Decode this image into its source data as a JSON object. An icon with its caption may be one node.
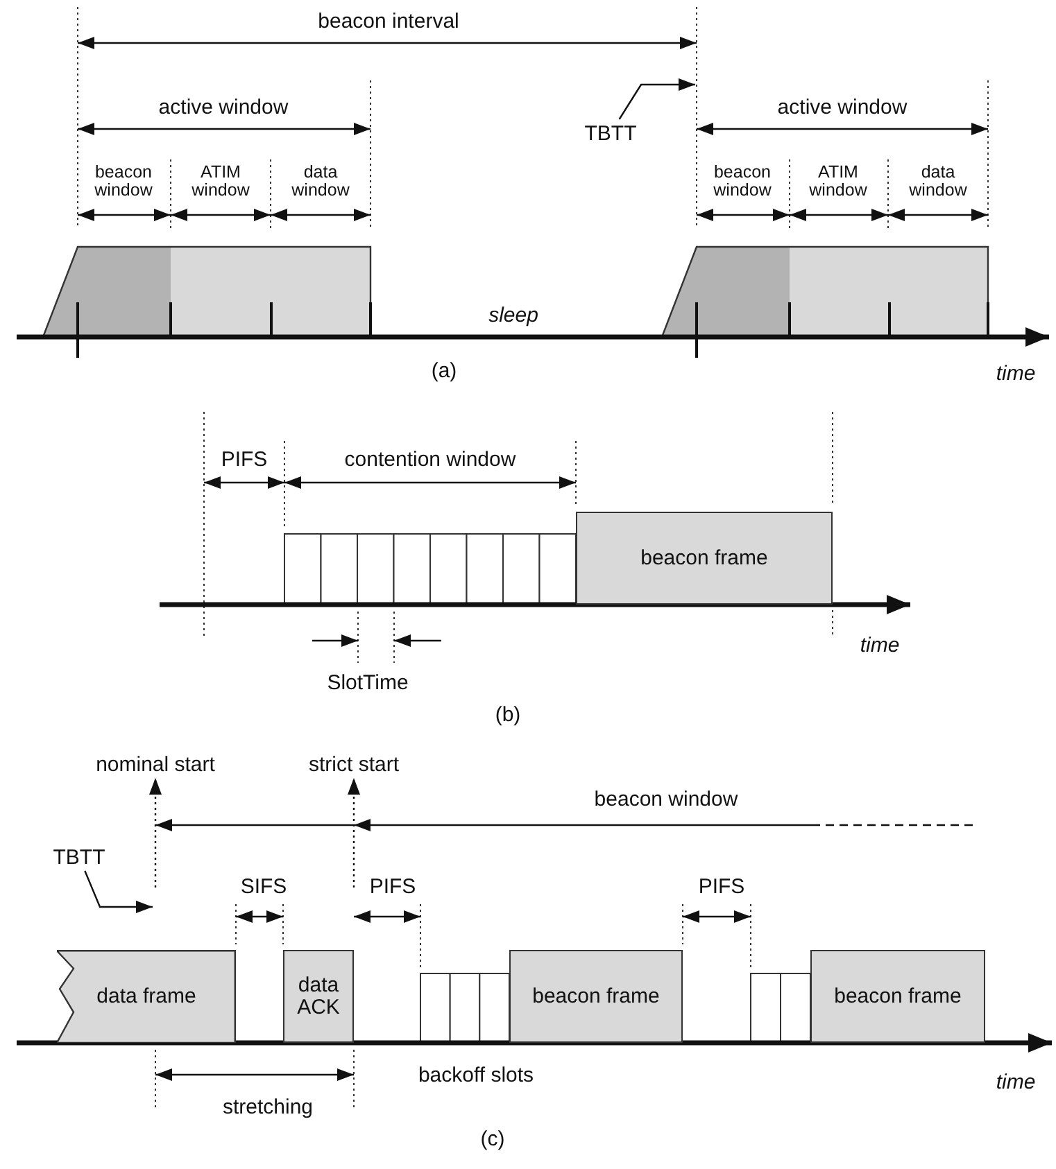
{
  "diagram": {
    "nodes": [
      {
        "text": [
          "TBTT"
        ]
      },
      {
        "text": [
          "beacon frame"
        ]
      },
      {
        "text": [
          "nominal start"
        ]
      },
      {
        "text": [
          "strict start"
        ]
      },
      {
        "text": [
          "TBTT"
        ]
      },
      {
        "text": [
          "data frame"
        ]
      },
      {
        "text": [
          "data ACK"
        ]
      },
      {
        "text": [
          "beacon frame"
        ]
      },
      {
        "text": [
          "beacon frame"
        ]
      }
    ],
    "edges": [
      {
        "from": 0,
        "to": null,
        "arrow": "to"
      },
      {
        "from": null,
        "to": 2,
        "arrow": "to",
        "style": "dashed"
      },
      {
        "from": null,
        "to": 3,
        "arrow": "to",
        "style": "dashed"
      },
      {
        "from": 4,
        "to": null,
        "arrow": "to"
      }
    ],
    "labels": [
      "beacon interval",
      "active window",
      "active window",
      "beacon window",
      "ATIM window",
      "data window",
      "beacon window",
      "ATIM window",
      "data window",
      "sleep",
      "(a)",
      "time",
      "PIFS",
      "contention window",
      "time",
      "SlotTime",
      "(b)",
      "beacon window",
      "SIFS",
      "PIFS",
      "PIFS",
      "backoff slots",
      "time",
      "stretching",
      "(c)"
    ]
  }
}
